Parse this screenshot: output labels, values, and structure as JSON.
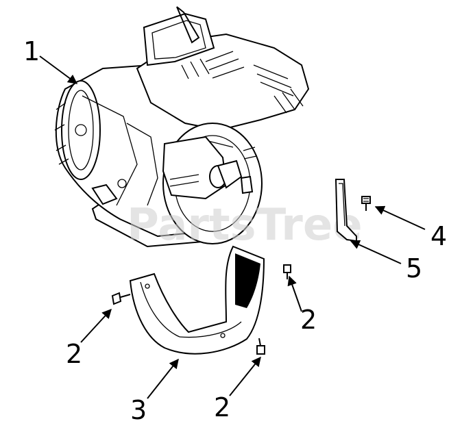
{
  "watermark": "PartsTree",
  "callouts": [
    {
      "id": "c1",
      "label": "1"
    },
    {
      "id": "c2a",
      "label": "2"
    },
    {
      "id": "c2b",
      "label": "2"
    },
    {
      "id": "c2c",
      "label": "2"
    },
    {
      "id": "c3",
      "label": "3"
    },
    {
      "id": "c4",
      "label": "4"
    },
    {
      "id": "c5",
      "label": "5"
    }
  ]
}
